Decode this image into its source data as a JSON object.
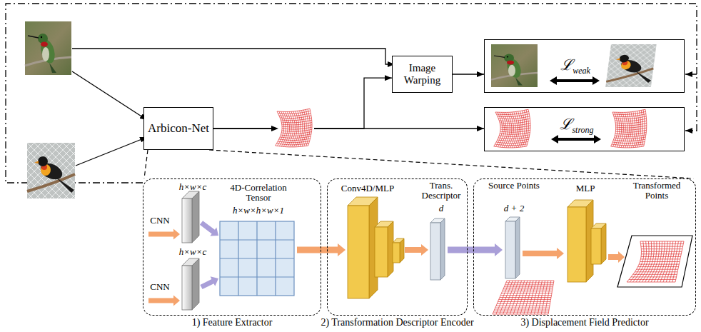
{
  "diagram": {
    "nodes": [
      {
        "text": [
          "Arbicon-Net"
        ]
      },
      {
        "text": [
          "Image Warping"
        ]
      },
      {
        "text": [
          "ℒ",
          "weak"
        ]
      },
      {
        "text": [
          "ℒ",
          "strong"
        ]
      },
      {
        "text": [
          "1) Feature Extractor"
        ]
      },
      {
        "text": [
          "2) Transformation Descriptor Encoder"
        ]
      },
      {
        "text": [
          "3) Displacement Field Predictor"
        ]
      }
    ],
    "edges": [
      {
        "from": 0,
        "to": 1,
        "arrow": "to"
      },
      {
        "from": 0,
        "to": 3,
        "arrow": "to"
      },
      {
        "from": 1,
        "to": 2,
        "arrow": "to"
      }
    ],
    "labels": [
      "h×w×c",
      "CNN",
      "h×w×c",
      "CNN",
      "4D-Correlation Tensor",
      "h×w×h×w×1",
      "Conv4D/MLP",
      "Trans. Descriptor",
      "d",
      "Source Points",
      "d + 2",
      "MLP",
      "Transformed Points"
    ]
  }
}
